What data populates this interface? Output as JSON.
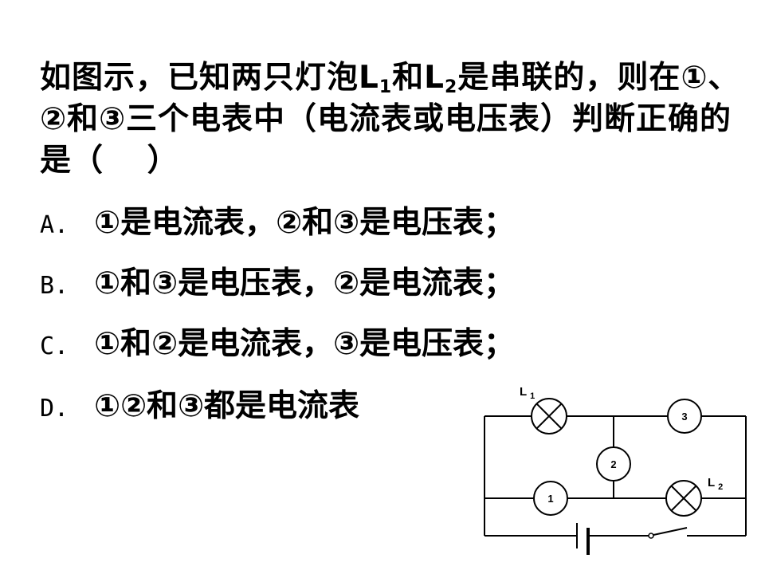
{
  "question": {
    "part1": "如图示，已知两只灯泡L",
    "sub1": "1",
    "part2": "和L",
    "sub2": "2",
    "part3": "是串联的，则在①、②和③三个电表中（电流表或电压表）判断正确的是（　 ）"
  },
  "options": [
    {
      "letter": "A.",
      "text": "①是电流表，②和③是电压表；"
    },
    {
      "letter": "B.",
      "text": "①和③是电压表，②是电流表；"
    },
    {
      "letter": "C.",
      "text": "①和②是电流表，③是电压表；"
    },
    {
      "letter": "D.",
      "text": "①②和③都是电流表"
    }
  ],
  "circuit": {
    "lamp1_label": "L",
    "lamp1_sub": "1",
    "lamp2_label": "L",
    "lamp2_sub": "2",
    "meter1": "1",
    "meter2": "2",
    "meter3": "3"
  }
}
